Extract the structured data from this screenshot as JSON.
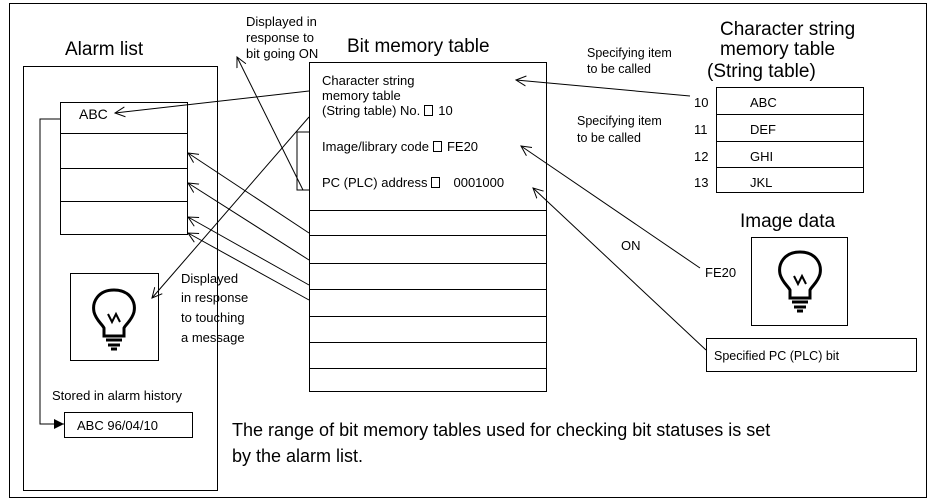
{
  "alarm_list": {
    "title": "Alarm list",
    "first_item": "ABC",
    "history_label": "Stored in alarm history",
    "history_entry": "ABC 96/04/10"
  },
  "bit_memory": {
    "title": "Bit memory table",
    "string_table_no_label_1": "Character string",
    "string_table_no_label_2": "memory table",
    "string_table_no_label_3": "(String table) No.",
    "string_table_no_value": "10",
    "image_code_label": "Image/library code",
    "image_code_value": "FE20",
    "plc_address_label": "PC (PLC) address",
    "plc_address_value": "0001000"
  },
  "string_table": {
    "title_1": "Character string",
    "title_2": "memory table",
    "title_3": "(String table)",
    "rows": [
      {
        "no": "10",
        "text": "ABC"
      },
      {
        "no": "11",
        "text": "DEF"
      },
      {
        "no": "12",
        "text": "GHI"
      },
      {
        "no": "13",
        "text": "JKL"
      }
    ]
  },
  "image_data": {
    "title": "Image data",
    "code": "FE20"
  },
  "annotations": {
    "displayed_bit_on_1": "Displayed in",
    "displayed_bit_on_2": "response to",
    "displayed_bit_on_3": "bit going ON",
    "specifying_1a": "Specifying item",
    "specifying_1b": "to be called",
    "specifying_2a": "Specifying item",
    "specifying_2b": "to be called",
    "touch_1": "Displayed",
    "touch_2": "in response",
    "touch_3": "to touching",
    "touch_4": "a message",
    "on_label": "ON",
    "plc_bit": "Specified PC (PLC) bit",
    "footer_1": "The range of bit memory tables used for checking bit statuses is set",
    "footer_2": "by the alarm list."
  }
}
